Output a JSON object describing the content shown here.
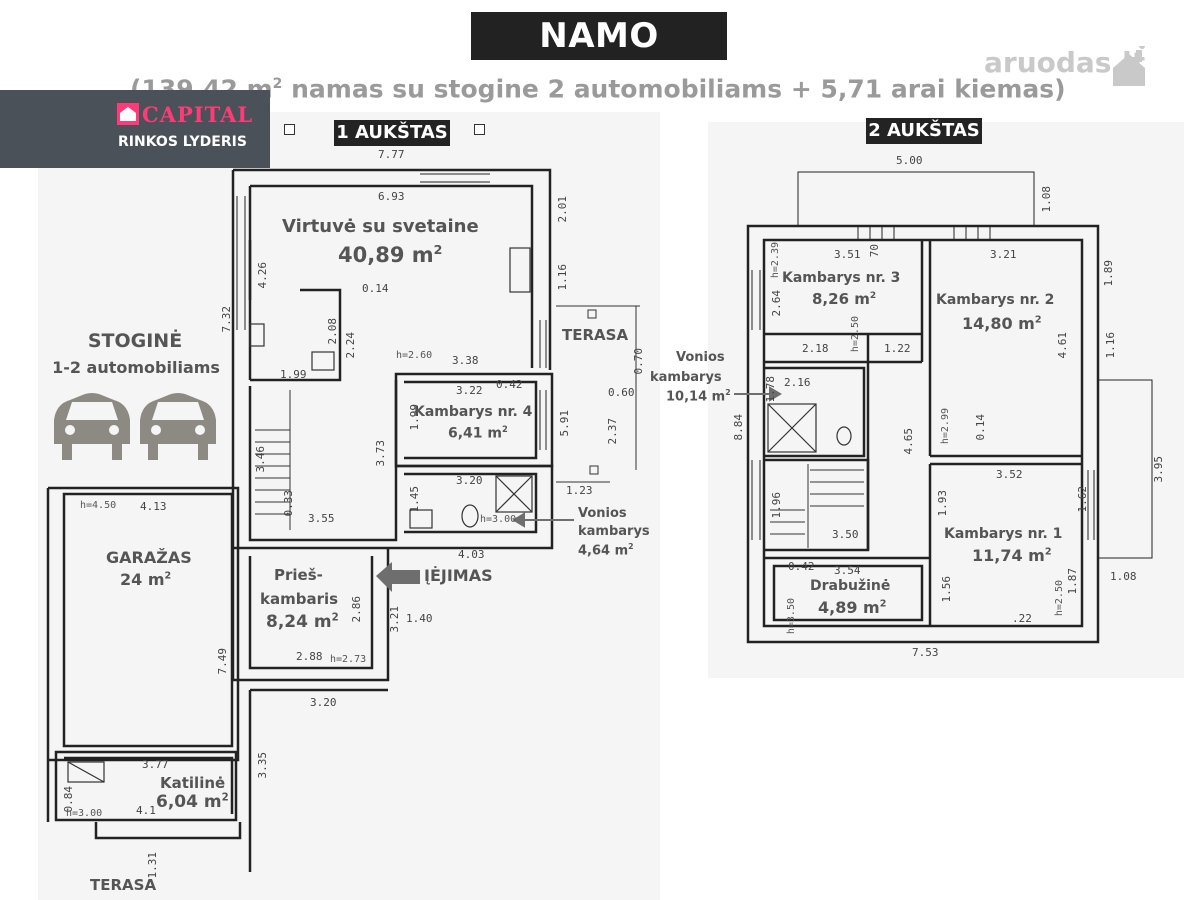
{
  "title": "NAMO PLANAI",
  "subtitle": {
    "part1": "(139,42 m",
    "sup": "2",
    "part2": " namas su stogine 2 automobiliams + 5,71 arai kiemas)"
  },
  "watermark": "aruodas.lt",
  "logo": {
    "brand": "CAPITAL",
    "tagline": "RINKOS LYDERIS"
  },
  "floors": {
    "first": "1 AUKŠTAS",
    "second": "2 AUKŠTAS"
  },
  "carport": {
    "title": "STOGINĖ",
    "subtitle": "1-2 automobiliams"
  },
  "rooms_floor1": {
    "kitchen_name": "Virtuvė su svetaine",
    "kitchen_area": "40,89 m",
    "room4_name": "Kambarys nr. 4",
    "room4_area": "6,41 m",
    "bath_name": "Vonios",
    "bath_name2": "kambarys",
    "bath_area": "4,64 m",
    "hall_name1": "Prieš-",
    "hall_name2": "kambaris",
    "hall_area": "8,24 m",
    "garage_name": "GARAŽAS",
    "garage_area": "24 m",
    "boiler_name": "Katilinė",
    "boiler_area": "6,04 m",
    "terrace_top": "TERASA",
    "terrace_bottom": "TERASA",
    "entrance": "ĮĖJIMAS"
  },
  "rooms_floor2": {
    "room3_name": "Kambarys nr. 3",
    "room3_area": "8,26 m",
    "room2_name": "Kambarys nr. 2",
    "room2_area": "14,80 m",
    "room1_name": "Kambarys nr. 1",
    "room1_area": "11,74 m",
    "wardrobe_name": "Drabužinė",
    "wardrobe_area": "4,89 m",
    "bath_name": "Vonios",
    "bath_name2": "kambarys",
    "bath_area": "10,14 m"
  },
  "sq": "2",
  "dims_floor1": {
    "d777": "7.77",
    "d693": "6.93",
    "d426": "4.26",
    "d732": "7.32",
    "d201": "2.01",
    "d116": "1.16",
    "d014": "0.14",
    "d208": "2.08",
    "d224": "2.24",
    "d199": "1.99",
    "d338": "3.38",
    "d322": "3.22",
    "d042": "0.42",
    "d070": "0.70",
    "d060": "0.60",
    "d237": "2.37",
    "d591": "5.91",
    "d199b": "1.99",
    "d373": "3.73",
    "d346": "3.46",
    "d033": "0.33",
    "d355": "3.55",
    "d320": "3.20",
    "d145": "1.45",
    "d123": "1.23",
    "d403": "4.03",
    "d413": "4.13",
    "d749": "7.49",
    "d286": "2.86",
    "d321": "3.21",
    "d140": "1.40",
    "d288": "2.88",
    "d320b": "3.20",
    "d335": "3.35",
    "d377": "3.77",
    "d084": "0.84",
    "d41": "4.1",
    "d131": "1.31",
    "h260": "h=2.60",
    "h450": "h=4.50",
    "h300": "h=3.00",
    "h273": "h=2.73",
    "h300b": "h=3.00"
  },
  "dims_floor2": {
    "d500": "5.00",
    "d108": "1.08",
    "d351": "3.51",
    "d070": "70",
    "d321": "3.21",
    "d189": "1.89",
    "d264": "2.64",
    "d218": "2.18",
    "d122": "1.22",
    "d461": "4.61",
    "d116": "1.16",
    "d216": "2.16",
    "d178": "1.78",
    "d884": "8.84",
    "d465": "4.65",
    "d014": "0.14",
    "d352": "3.52",
    "d395": "3.95",
    "d196": "1.96",
    "d193": "1.93",
    "d162": "1.62",
    "d350": "3.50",
    "d042": "0.42",
    "d354": "3.54",
    "d156": "1.56",
    "d187": "1.87",
    "d108b": "1.08",
    "d022": ".22",
    "d753": "7.53",
    "h239": "h=2.39",
    "h250": "h=2.50",
    "h299": "h=2.99",
    "h350": "h=3.50",
    "h250b": "h=2.50"
  }
}
